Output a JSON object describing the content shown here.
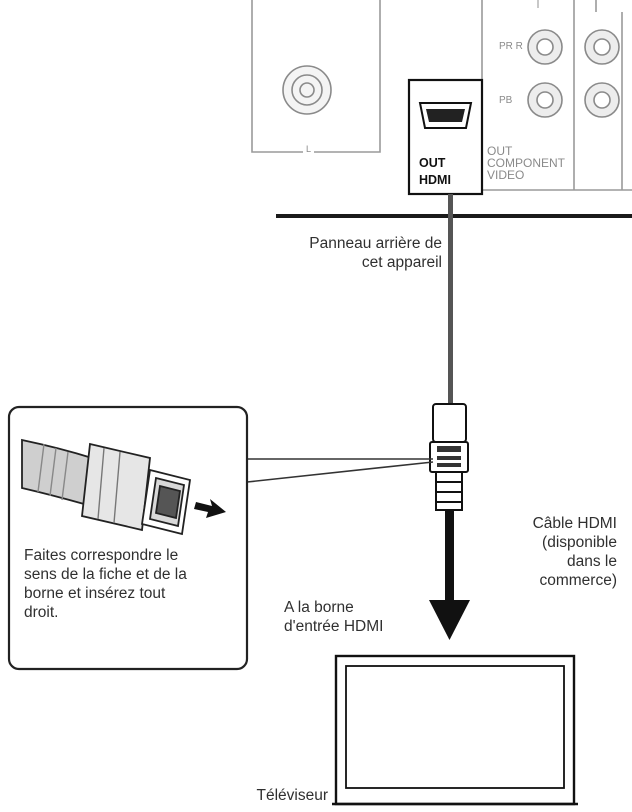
{
  "panel": {
    "pr_label": "PR R",
    "pb_label": "PB",
    "l_label": "L",
    "hdmi_out_line1": "OUT",
    "hdmi_out_line2": "HDMI",
    "component_line1": "OUT",
    "component_line2": "COMPONENT",
    "component_line3": "VIDEO"
  },
  "labels": {
    "rear_panel_line1": "Panneau arrière de",
    "rear_panel_line2": "cet appareil",
    "cable_line1": "Câble HDMI",
    "cable_line2": "(disponible",
    "cable_line3": "dans le",
    "cable_line4": "commerce)",
    "input_line1": "A la borne",
    "input_line2": "d'entrée HDMI",
    "tip_line1": "Faites correspondre le",
    "tip_line2": "sens de la fiche et de la",
    "tip_line3": "borne et insérez tout",
    "tip_line4": "droit.",
    "tv": "Téléviseur"
  }
}
